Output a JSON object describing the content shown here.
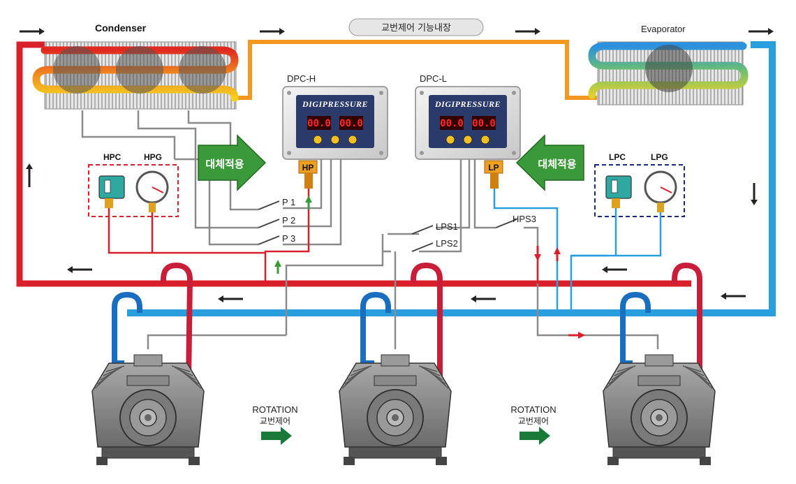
{
  "labels": {
    "condenser": "Condenser",
    "evaporator": "Evaporator",
    "banner": "교번제어 기능내장",
    "dpc_h": "DPC-H",
    "dpc_l": "DPC-L",
    "brand": "DIGIPRESSURE",
    "alt_left": "대체적용",
    "alt_right": "대체적용",
    "hp": "HP",
    "lp": "LP",
    "hpc": "HPC",
    "hpg": "HPG",
    "lpc": "LPC",
    "lpg": "LPG",
    "p1": "P 1",
    "p2": "P 2",
    "p3": "P 3",
    "lps1": "LPS1",
    "lps2": "LPS2",
    "hps3": "HPS3",
    "rotation_1": "ROTATION",
    "rotation_1_kor": "교번제어",
    "rotation_2": "ROTATION",
    "rotation_2_kor": "교번제어"
  },
  "displays": {
    "dpc_h_left": "00.0",
    "dpc_h_right": "00.0",
    "dpc_l_left": "00.0",
    "dpc_l_right": "00.0"
  },
  "colors": {
    "hot_line": "#d9202a",
    "cold_line": "#2a9fe0",
    "liquid_line": "#f39a1e",
    "signal_line": "#8a8a8a",
    "alt_arrow": "#3a9a3a",
    "flow_arrow": "#1a7a3a"
  },
  "icons": {
    "flow_arrow": "arrow-right-icon",
    "rotation_arrow": "green-arrow-right-icon"
  }
}
